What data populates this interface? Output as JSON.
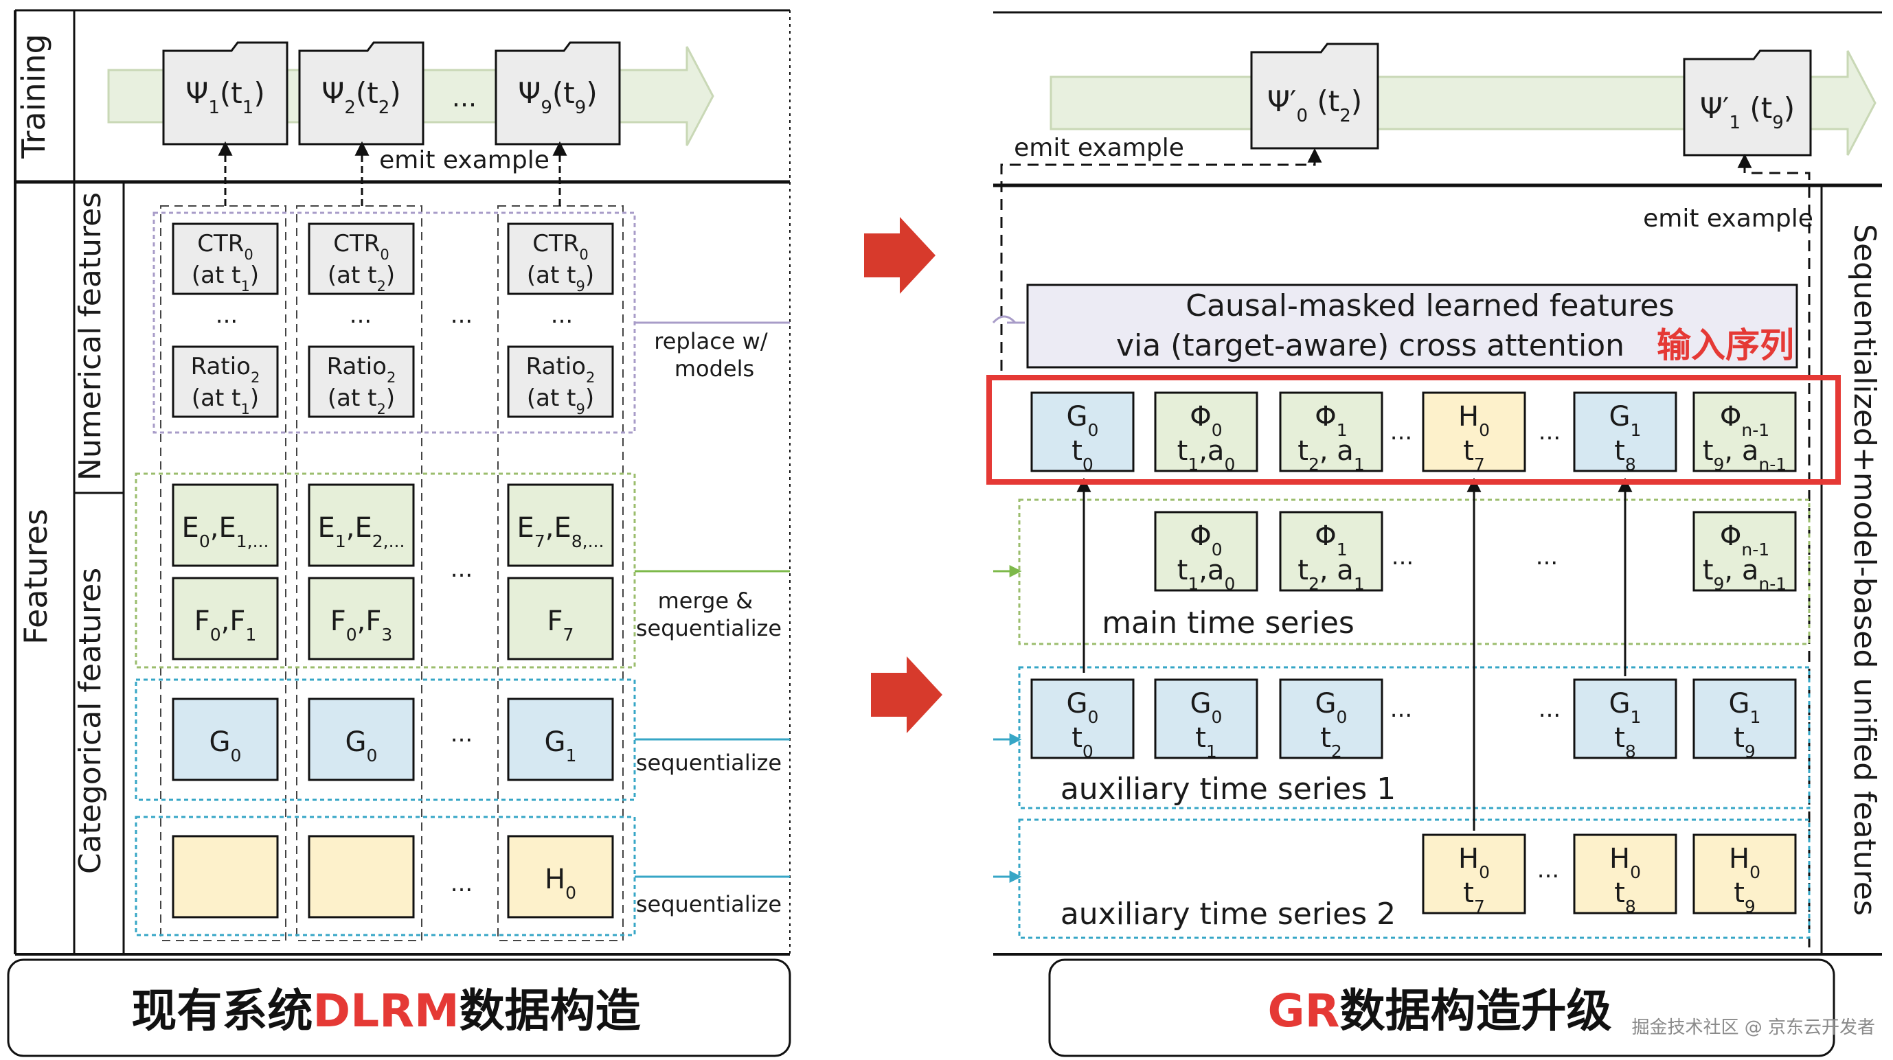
{
  "left": {
    "training_label": "Training",
    "features_label": "Features",
    "numerical_label": "Numerical features",
    "categorical_label": "Categorical features",
    "psi": [
      {
        "base": "Ψ",
        "sub": "1",
        "tail": "(t",
        "tsub": "1",
        "end": ")"
      },
      {
        "base": "Ψ",
        "sub": "2",
        "tail": "(t",
        "tsub": "2",
        "end": ")"
      },
      {
        "base": "Ψ",
        "sub": "9",
        "tail": "(t",
        "tsub": "9",
        "end": ")"
      }
    ],
    "ellipsis": "...",
    "emit_example": "emit example",
    "ctr_boxes": [
      {
        "top": "CTR",
        "topsub": "0",
        "bottom": "(at t",
        "bsub": "1",
        "bend": ")"
      },
      {
        "top": "CTR",
        "topsub": "0",
        "bottom": "(at t",
        "bsub": "2",
        "bend": ")"
      },
      {
        "top": "CTR",
        "topsub": "0",
        "bottom": "(at t",
        "bsub": "9",
        "bend": ")"
      }
    ],
    "ratio_boxes": [
      {
        "top": "Ratio",
        "topsub": "2",
        "bottom": "(at t",
        "bsub": "1",
        "bend": ")"
      },
      {
        "top": "Ratio",
        "topsub": "2",
        "bottom": "(at t",
        "bsub": "2",
        "bend": ")"
      },
      {
        "top": "Ratio",
        "topsub": "2",
        "bottom": "(at t",
        "bsub": "9",
        "bend": ")"
      }
    ],
    "e_boxes": [
      {
        "a": "E",
        "as": "0",
        "b": ",E",
        "bs": "1,..."
      },
      {
        "a": "E",
        "as": "1",
        "b": ",E",
        "bs": "2,..."
      },
      {
        "a": "E",
        "as": "7",
        "b": ",E",
        "bs": "8,..."
      }
    ],
    "f_boxes": [
      {
        "a": "F",
        "as": "0",
        "b": ",F",
        "bs": "1"
      },
      {
        "a": "F",
        "as": "0",
        "b": ",F",
        "bs": "3"
      },
      {
        "a": "F",
        "as": "7",
        "b": "",
        "bs": ""
      }
    ],
    "g_boxes": [
      {
        "a": "G",
        "as": "0"
      },
      {
        "a": "G",
        "as": "0"
      },
      {
        "a": "G",
        "as": "1"
      }
    ],
    "h_box": {
      "a": "H",
      "as": "0"
    },
    "replace_label": [
      "replace w/",
      "models"
    ],
    "merge_label": [
      "merge &",
      "sequentialize"
    ],
    "seq_label_1": "sequentialize",
    "seq_label_2": "sequentialize",
    "caption_black_1": "现有系统",
    "caption_red": "DLRM",
    "caption_black_2": "数据构造"
  },
  "right": {
    "psi0": {
      "base": "Ψ′",
      "sub": "0",
      "tail": " (t",
      "tsub": "2",
      "end": ")"
    },
    "psi1": {
      "base": "Ψ′",
      "sub": "1",
      "tail": " (t",
      "tsub": "9",
      "end": ")"
    },
    "emit_example_1": "emit example",
    "emit_example_2": "emit example",
    "causal_line1": "Causal-masked learned features",
    "causal_line2": "via (target-aware) cross attention",
    "input_seq_label": "输入序列",
    "side_label": "Sequentialized+model-based unified features",
    "main_series_label": "main time series",
    "aux1_label": "auxiliary time series 1",
    "aux2_label": "auxiliary time series 2",
    "ellipsis": "...",
    "caption_red": "GR",
    "caption_black": "数据构造升级",
    "watermark": "掘金技术社区 @ 京东云开发者"
  },
  "colors": {
    "green_box": "#e6efd9",
    "blue_box": "#d6e8f2",
    "yellow_box": "#fdf1cb",
    "grey_box": "#ececec",
    "purple_box": "#ecebf4",
    "red": "#e53935",
    "arrow_fill": "#e8f0df"
  }
}
